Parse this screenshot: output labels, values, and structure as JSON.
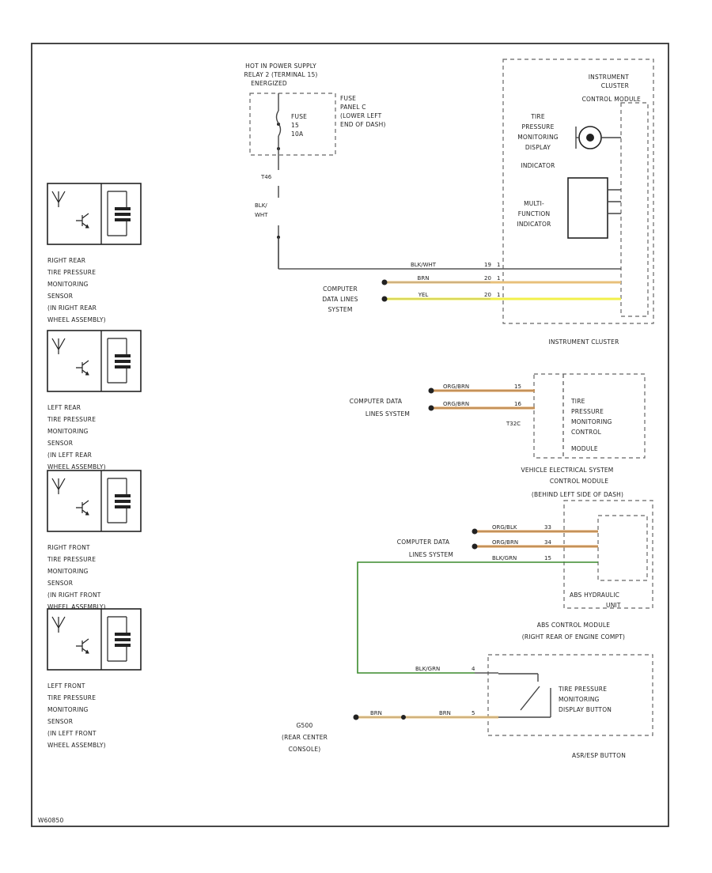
{
  "diagram_id": "W60850",
  "colors": {
    "black_wht": "#555555",
    "brn": "#e8c07a",
    "yel": "#f2f04a",
    "orange_brn": "#d9944a",
    "green": "#3a8a2c",
    "gray_wire": "#777777"
  },
  "power": {
    "supply_label": [
      "HOT IN POWER SUPPLY",
      "RELAY 2 (TERMINAL 15)",
      "ENERGIZED"
    ],
    "fuse_label": [
      "FUSE",
      "15",
      "10A"
    ],
    "fuse_panel_label": [
      "FUSE",
      "PANEL C",
      "(LOWER LEFT",
      "END OF DASH)"
    ],
    "wire_tag": "T46",
    "wire_color_label": [
      "BLK/",
      "WHT"
    ]
  },
  "instrument_cluster": {
    "module_label": [
      "INSTRUMENT",
      "CLUSTER",
      "CONTROL MODULE"
    ],
    "tpms_indicator_label": [
      "TIRE",
      "PRESSURE",
      "MONITORING",
      "DISPLAY",
      "INDICATOR"
    ],
    "mfi_label": [
      "MULTI-",
      "FUNCTION",
      "INDICATOR"
    ],
    "caption": "INSTRUMENT CLUSTER",
    "wires": [
      {
        "color": "BLK/WHT",
        "pin": "19",
        "pin_suffix": "1"
      },
      {
        "color": "BRN",
        "pin": "20",
        "pin_suffix": "1"
      },
      {
        "color": "YEL",
        "pin": "20",
        "pin_suffix": "1"
      }
    ],
    "data_lines_label": [
      "COMPUTER",
      "DATA LINES",
      "SYSTEM"
    ]
  },
  "tpms_module": {
    "wires": [
      {
        "color": "ORG/BRN",
        "pin": "15"
      },
      {
        "color": "ORG/BRN",
        "pin": "16"
      }
    ],
    "data_lines_label": [
      "COMPUTER DATA",
      "LINES SYSTEM"
    ],
    "connector": "T32C",
    "module_label": [
      "TIRE",
      "PRESSURE",
      "MONITORING",
      "CONTROL",
      "MODULE"
    ],
    "caption": [
      "VEHICLE ELECTRICAL SYSTEM",
      "CONTROL MODULE",
      "(BEHIND LEFT SIDE OF DASH)"
    ]
  },
  "abs": {
    "wires": [
      {
        "color": "ORG/BLK",
        "pin": "33"
      },
      {
        "color": "ORG/BRN",
        "pin": "34"
      },
      {
        "color": "BLK/GRN",
        "pin": "15"
      }
    ],
    "data_lines_label": [
      "COMPUTER DATA",
      "LINES SYSTEM"
    ],
    "unit_label": [
      "ABS HYDRAULIC",
      "UNIT"
    ],
    "caption": [
      "ABS CONTROL MODULE",
      "(RIGHT REAR OF ENGINE COMPT)"
    ]
  },
  "button": {
    "wires": [
      {
        "color": "BLK/GRN",
        "pin": "4"
      },
      {
        "color": "BRN",
        "pin": "5"
      }
    ],
    "ground_tag": "BRN",
    "ground_label": [
      "G500",
      "(REAR CENTER",
      "CONSOLE)"
    ],
    "label": [
      "TIRE PRESSURE",
      "MONITORING",
      "DISPLAY BUTTON"
    ],
    "caption": "ASR/ESP BUTTON"
  },
  "sensors": [
    {
      "label": [
        "RIGHT REAR",
        "TIRE PRESSURE",
        "MONITORING",
        "SENSOR",
        "(IN RIGHT REAR",
        "WHEEL ASSEMBLY)"
      ]
    },
    {
      "label": [
        "LEFT REAR",
        "TIRE PRESSURE",
        "MONITORING",
        "SENSOR",
        "(IN LEFT REAR",
        "WHEEL ASSEMBLY)"
      ]
    },
    {
      "label": [
        "RIGHT FRONT",
        "TIRE PRESSURE",
        "MONITORING",
        "SENSOR",
        "(IN RIGHT FRONT",
        "WHEEL ASSEMBLY)"
      ]
    },
    {
      "label": [
        "LEFT FRONT",
        "TIRE PRESSURE",
        "MONITORING",
        "SENSOR",
        "(IN LEFT FRONT",
        "WHEEL ASSEMBLY)"
      ]
    }
  ]
}
